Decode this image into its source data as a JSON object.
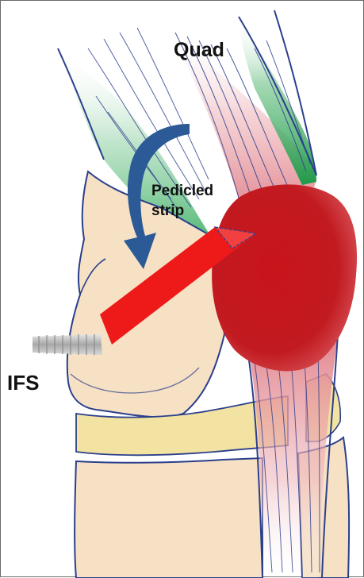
{
  "labels": {
    "quad": "Quad",
    "pedicled_line1": "Pedicled",
    "pedicled_line2": "strip",
    "ifs": "IFS"
  },
  "colors": {
    "outline": "#2b3f8c",
    "bone": "#f7e1c5",
    "cartilage": "#f3e3a2",
    "muscle_green": "#2faa5a",
    "tendon_pink": "#e9a3a8",
    "patella": "#c4171d",
    "strip": "#ee1a1a",
    "arrow": "#2b5a96",
    "screw": "#bdbdbd"
  }
}
